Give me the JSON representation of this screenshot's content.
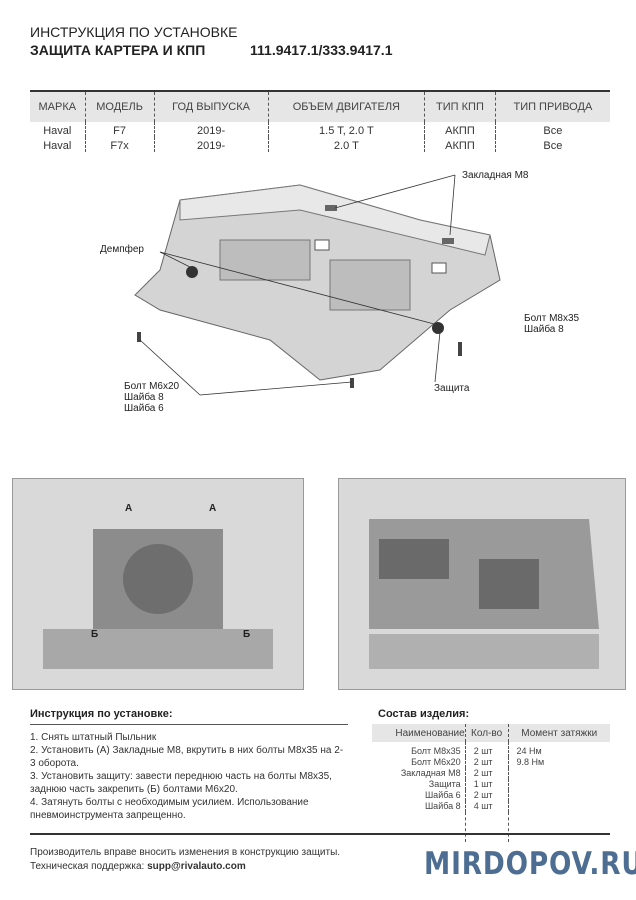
{
  "header": {
    "line1": "ИНСТРУКЦИЯ ПО УСТАНОВКЕ",
    "line2": "ЗАЩИТА КАРТЕРА И КПП",
    "article": "111.9417.1/333.9417.1"
  },
  "spec": {
    "columns": [
      "МАРКА",
      "МОДЕЛЬ",
      "ГОД ВЫПУСКА",
      "ОБЪЕМ ДВИГАТЕЛЯ",
      "ТИП КПП",
      "ТИП ПРИВОДА"
    ],
    "rows": [
      [
        "Haval",
        "F7",
        "2019-",
        "1.5 T, 2.0 T",
        "АКПП",
        "Все"
      ],
      [
        "Haval",
        "F7x",
        "2019-",
        "2.0 T",
        "АКПП",
        "Все"
      ]
    ]
  },
  "diagram": {
    "insert": "Закладная М8",
    "damper": "Демпфер",
    "bolt_m8": "Болт М8х35",
    "washer8a": "Шайба 8",
    "guard": "Защита",
    "bolt_m6": "Болт М6х20",
    "washer8b": "Шайба 8",
    "washer6": "Шайба 6"
  },
  "photos": {
    "mark_a": "А",
    "mark_b": "Б"
  },
  "instructions": {
    "title": "Инструкция по установке:",
    "steps": [
      "1. Снять штатный Пыльник",
      "2. Установить (А) Закладные М8, вкрутить в них болты М8х35 на 2-3 оборота.",
      "3. Установить защиту: завести переднюю часть на болты М8х35, заднюю часть закрепить (Б) болтами М6х20.",
      "4. Затянуть болты с необходимым усилием. Использование пневмоинструмента запрещенно."
    ]
  },
  "components": {
    "title": "Состав изделия:",
    "columns": [
      "Наименование",
      "Кол-во",
      "Момент затяжки"
    ],
    "rows": [
      [
        "Болт М8х35",
        "2 шт",
        "24 Нм"
      ],
      [
        "Болт М6х20",
        "2 шт",
        "9.8 Нм"
      ],
      [
        "Закладная М8",
        "2 шт",
        ""
      ],
      [
        "Защита",
        "1 шт",
        ""
      ],
      [
        "Шайба 6",
        "2 шт",
        ""
      ],
      [
        "Шайба 8",
        "4 шт",
        ""
      ]
    ]
  },
  "footer": {
    "line1": "Производитель вправе вносить изменения в конструкцию защиты.",
    "support_label": "Техническая поддержка: ",
    "email": "supp@rivalauto.com"
  },
  "watermark": "MIRDOPOV.RU"
}
